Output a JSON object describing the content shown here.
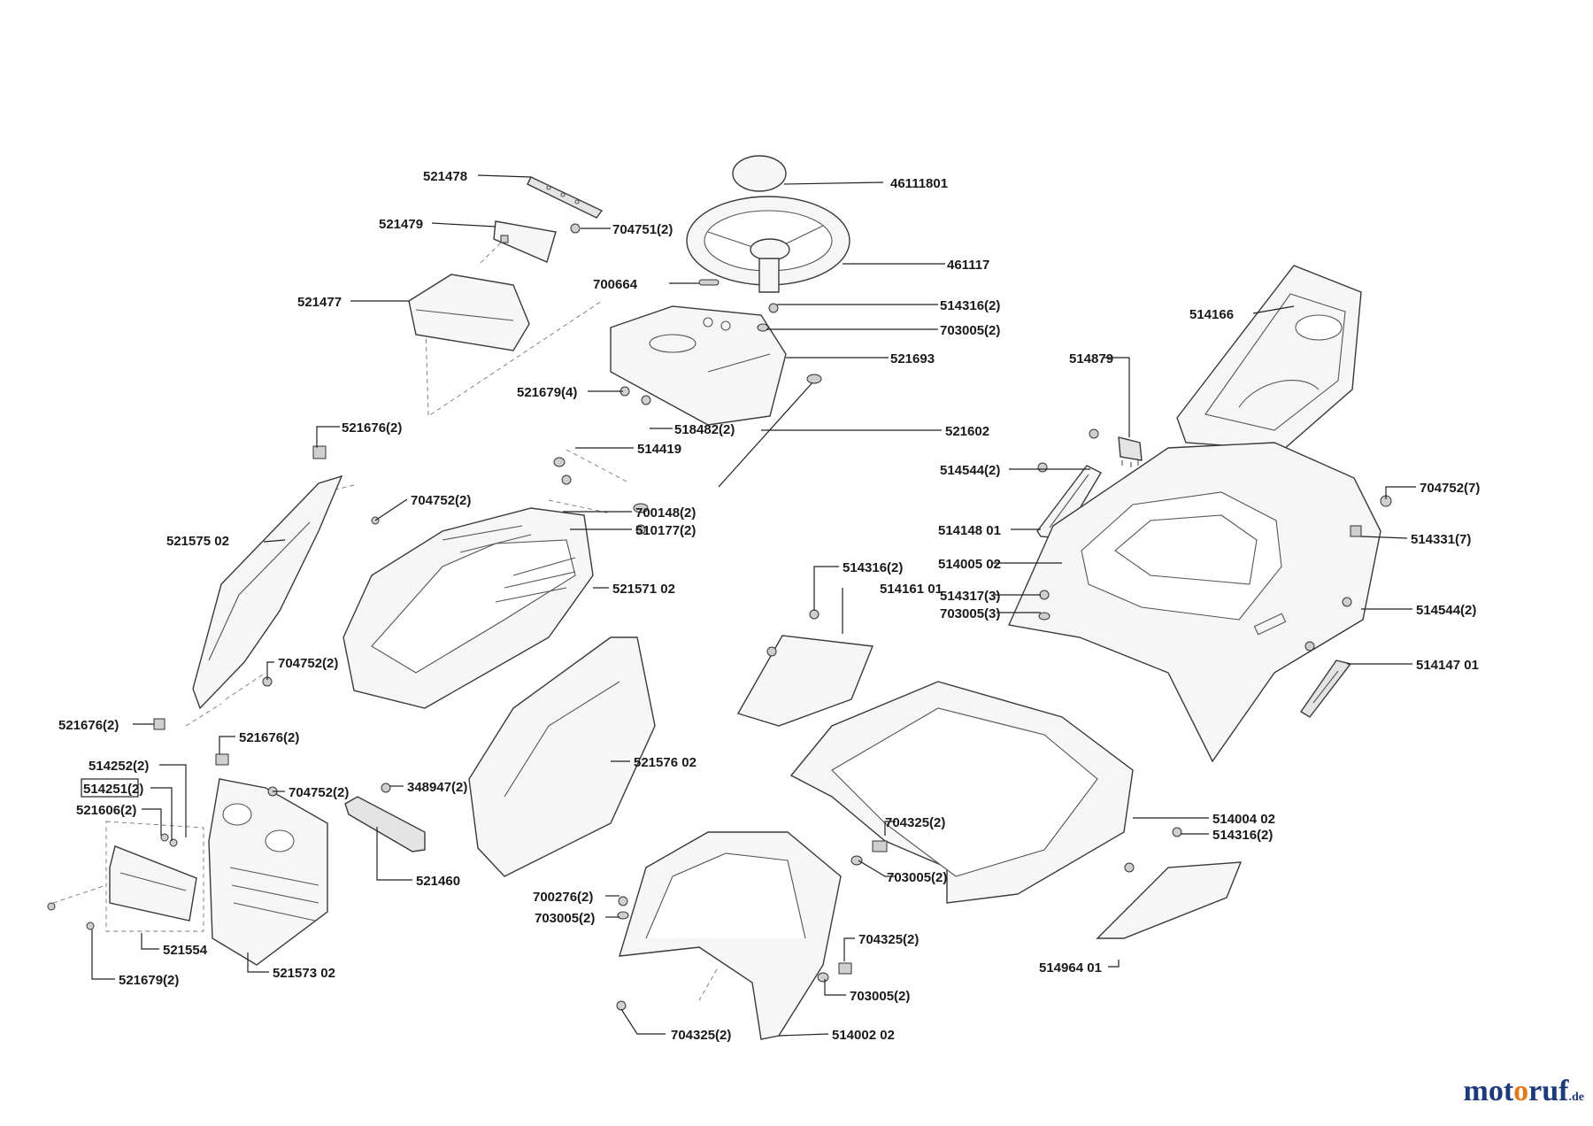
{
  "labels": {
    "l521478": "521478",
    "l46111801": "46111801",
    "l521479": "521479",
    "l704751": "704751(2)",
    "l461117": "461117",
    "l700664": "700664",
    "l521477": "521477",
    "l514316a": "514316(2)",
    "l703005a": "703005(2)",
    "l514166": "514166",
    "l521693": "521693",
    "l514879": "514879",
    "l521679a": "521679(4)",
    "l518482": "518482(2)",
    "l521602": "521602",
    "l521676a": "521676(2)",
    "l514419": "514419",
    "l514544a": "514544(2)",
    "l704752a": "704752(2)",
    "l704752b": "704752(7)",
    "l700148": "700148(2)",
    "l521575": "521575 02",
    "l510177": "510177(2)",
    "l514148": "514148 01",
    "l514331": "514331(7)",
    "l514005": "514005 02",
    "l521571": "521571 02",
    "l514316b": "514316(2)",
    "l514161": "514161 01",
    "l514317": "514317(3)",
    "l514544b": "514544(2)",
    "l703005b": "703005(3)",
    "l704752c": "704752(2)",
    "l514147": "514147 01",
    "l521676b": "521676(2)",
    "l521676c": "521676(2)",
    "l514252": "514252(2)",
    "l521576": "521576 02",
    "l514251": "514251(2)",
    "l704752d": "704752(2)",
    "l348947": "348947(2)",
    "l521606": "521606(2)",
    "l514004": "514004 02",
    "l704325a": "704325(2)",
    "l514316c": "514316(2)",
    "l521460": "521460",
    "l703005c": "703005(2)",
    "l700276": "700276(2)",
    "l703005d": "703005(2)",
    "l521554": "521554",
    "l704325b": "704325(2)",
    "l514964": "514964 01",
    "l521573": "521573 02",
    "l703005e": "703005(2)",
    "l521679b": "521679(2)",
    "l704325c": "704325(2)",
    "l514002": "514002 02"
  },
  "logo": {
    "part1": "mot",
    "part2": "o",
    "part3": "ruf",
    "tld": ".de"
  }
}
